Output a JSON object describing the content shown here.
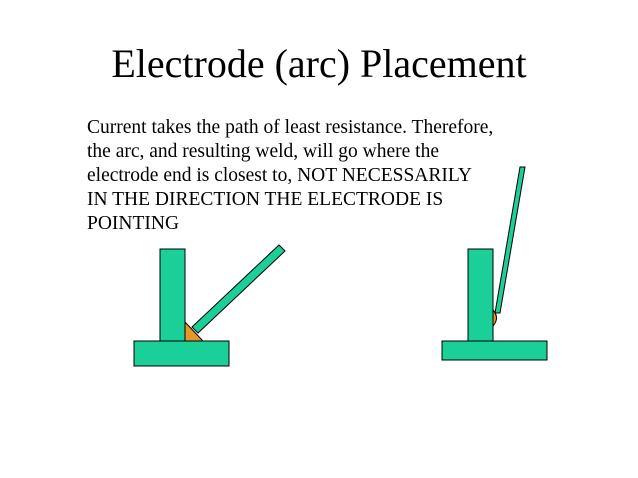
{
  "slide": {
    "title": "Electrode (arc) Placement",
    "body_lines": [
      "Current takes the path of least resistance. Therefore,",
      "the arc, and resulting weld, will go where the",
      "electrode end is closest to, NOT NECESSARILY",
      "IN THE DIRECTION THE ELECTRODE IS",
      "POINTING"
    ]
  },
  "colors": {
    "metal": "#1bcf99",
    "weld": "#e8952a",
    "outline": "#000000",
    "background": "#ffffff"
  },
  "diagrams": [
    {
      "name": "weld-diagram-left",
      "description_visible": false
    },
    {
      "name": "weld-diagram-right",
      "description_visible": false
    }
  ]
}
